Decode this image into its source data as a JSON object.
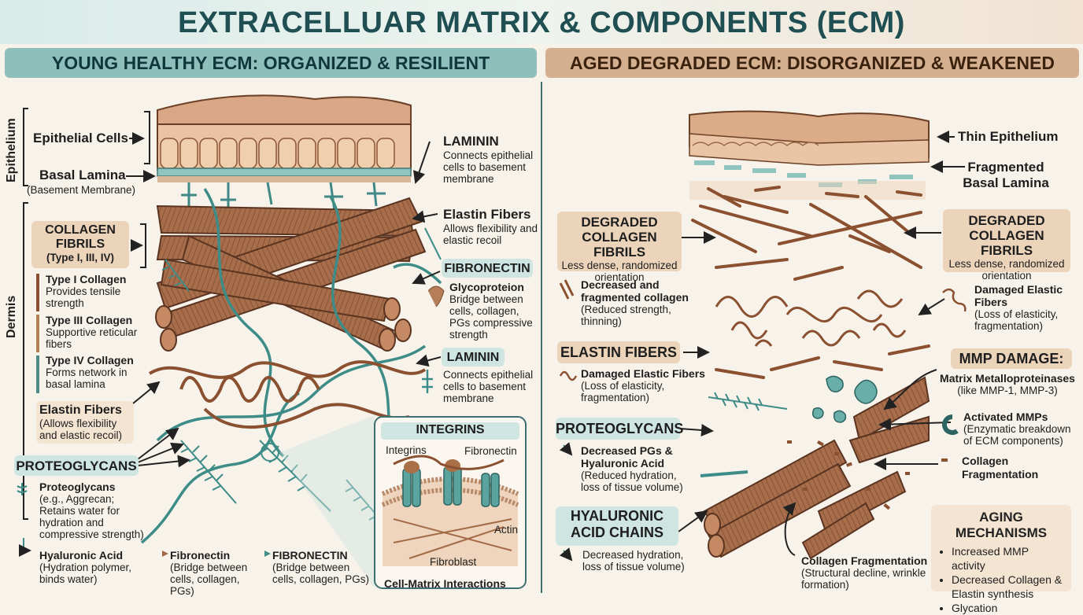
{
  "title": "EXTRACELLUAR MATRIX & COMPONENTS (ECM)",
  "left_header": "YOUNG HEALTHY ECM: ORGANIZED & RESILIENT",
  "right_header": "AGED DEGRADED ECM: DISORGANIZED & WEAKENED",
  "left": {
    "side_epithelium": "Epithelium",
    "side_dermis": "Dermis",
    "epithelial_cells": "Epithelial Cells",
    "basal_lamina": "Basal Lamina",
    "basal_lamina_sub": "(Basement Membrane)",
    "collagen_box_title": "COLLAGEN FIBRILS",
    "collagen_box_sub": "(Type I, III, IV)",
    "type1_title": "Type I Collagen",
    "type1_desc": "Provides tensile strength",
    "type3_title": "Type III Collagen",
    "type3_desc": "Supportive reticular fibers",
    "type4_title": "Type IV Collagen",
    "type4_desc": "Forms network in basal lamina",
    "elastin_title": "Elastin Fibers",
    "elastin_desc": "(Allows flexibility and elastic recoil)",
    "pg_box": "PROTEOGLYCANS",
    "pg_title": "Proteoglycans",
    "pg_desc": "(e.g., Aggrecan; Retains water for hydration and compressive strength)",
    "ha_title": "Hyaluronic Acid",
    "ha_desc": "(Hydration polymer, binds water)",
    "fn_small_title": "Fibronectin",
    "fn_small_desc": "(Bridge between cells, collagen, PGs)",
    "fn_caps_title": "FIBRONECTIN",
    "fn_caps_desc": "(Bridge between cells, collagen, PGs)",
    "laminin1_title": "LAMININ",
    "laminin1_desc": "Connects epithelial cells to basement membrane",
    "elastin_r_title": "Elastin Fibers",
    "elastin_r_desc": "Allows flexibility and elastic recoil",
    "fibronectin_box": "FIBRONECTIN",
    "glyco_title": "Glycoproteion",
    "glyco_desc": "Bridge between cells, collagen, PGs compressive strength",
    "laminin2_title": "LAMININ",
    "laminin2_desc": "Connects epithelial cells to basement membrane",
    "integrins_box": "INTEGRINS",
    "integrins_lbl": "Integrins",
    "fibronectin_lbl": "Fibronectin",
    "actin_lbl": "Actin",
    "fibroblast_lbl": "Fibroblast",
    "cmi_caption": "Cell-Matrix Interactions"
  },
  "right": {
    "thin_epi": "Thin Epithelium",
    "frag_basal": "Fragmented Basal Lamina",
    "deg_coll_title": "DEGRADED COLLAGEN FIBRILS",
    "deg_coll_desc": "Less dense, randomized orientation",
    "dec_coll_title": "Decreased and fragmented collagen",
    "dec_coll_desc": "(Reduced strength, thinning)",
    "elastin_box": "ELASTIN FIBERS",
    "dam_el_title": "Damaged Elastic Fibers",
    "dam_el_desc": "(Loss of elasticity, fragmentation)",
    "pg_box": "PROTEOGLYCANS",
    "dec_pg_title": "Decreased PGs & Hyaluronic Acid",
    "dec_pg_desc": "(Reduced hydration, loss of tissue volume)",
    "ha_box": "HYALURONIC ACID CHAINS",
    "ha_desc": "Decreased hydration, loss of tissue volume)",
    "deg_coll2_title": "DEGRADED COLLAGEN FIBRILS",
    "deg_coll2_desc": "Less dense, randomized orientation",
    "dam_el2_title": "Damaged Elastic Fibers",
    "dam_el2_desc": "(Loss of elasticity, fragmentation)",
    "mmp_box": "MMP DAMAGE:",
    "mmp_title": "Matrix Metalloproteinases",
    "mmp_desc": "(like MMP-1, MMP-3)",
    "act_mmp_title": "Activated MMPs",
    "act_mmp_desc": "(Enzymatic breakdown of ECM components)",
    "coll_frag_title": "Collagen Fragmentation",
    "coll_frag2_title": "Collagen Fragmentation",
    "coll_frag2_desc": "(Structural decline, wrinkle formation)",
    "aging_title": "AGING MECHANISMS",
    "aging_items": [
      "Increased MMP activity",
      "Decreased Collagen & Elastin synthesis",
      "Glycation"
    ]
  },
  "colors": {
    "teal": "#4f9c98",
    "collagen": "#a2694a",
    "skin": "#e6b896",
    "title_text": "#1f4f52"
  }
}
